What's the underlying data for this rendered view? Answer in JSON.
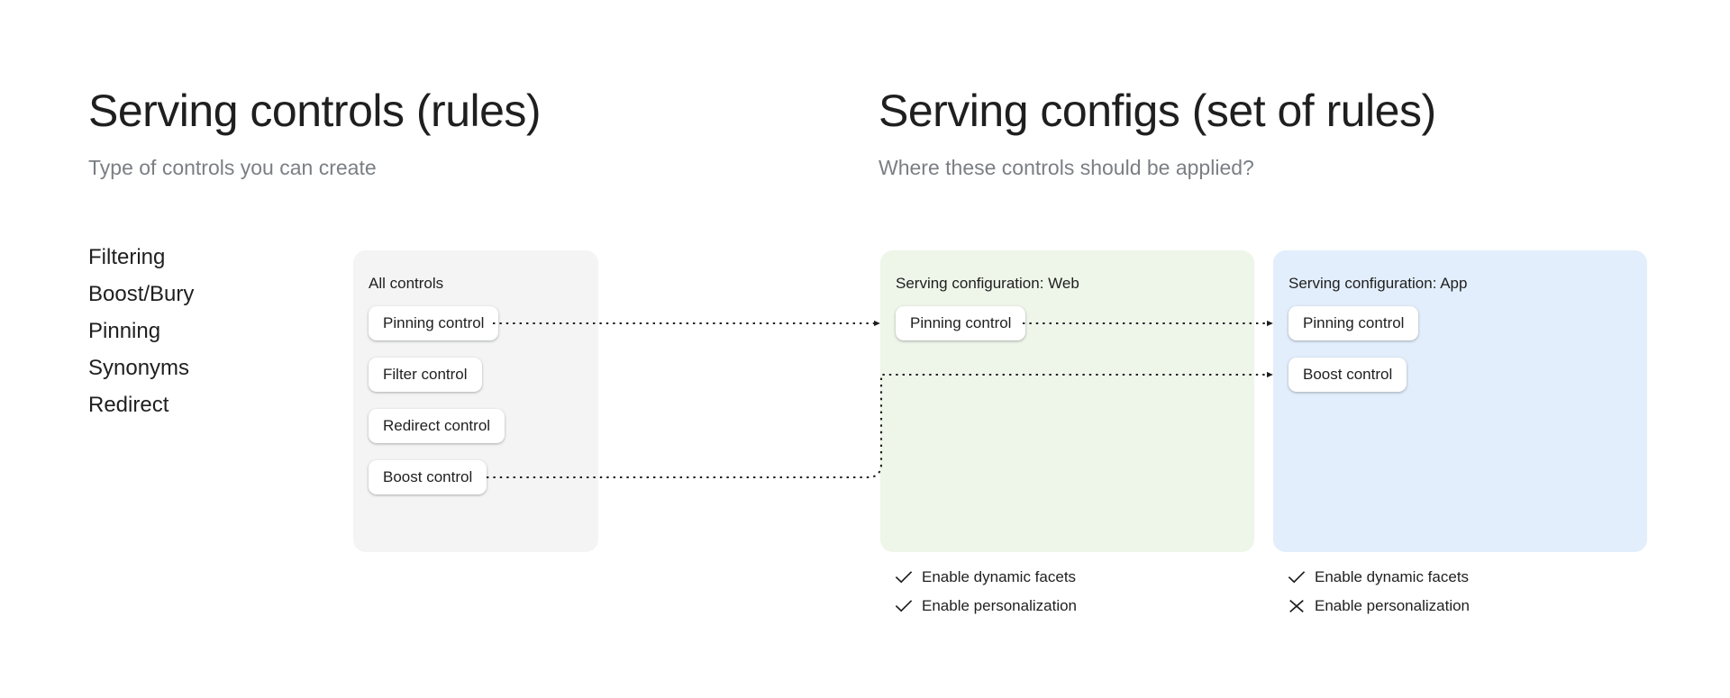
{
  "left_column": {
    "title": "Serving controls (rules)",
    "subtitle": "Type of controls you can create",
    "control_types": [
      "Filtering",
      "Boost/Bury",
      "Pinning",
      "Synonyms",
      "Redirect"
    ],
    "all_controls_card": {
      "label": "All controls",
      "background_color": "#f4f4f4",
      "chips": [
        "Pinning control",
        "Filter control",
        "Redirect control",
        "Boost control"
      ]
    }
  },
  "right_column": {
    "title": "Serving configs (set of rules)",
    "subtitle": "Where these controls should be applied?",
    "configs": [
      {
        "label": "Serving configuration: Web",
        "background_color": "#eef5e9",
        "chips": [
          "Pinning control"
        ],
        "options": [
          {
            "icon": "check-icon",
            "label": "Enable dynamic facets",
            "state": "enabled"
          },
          {
            "icon": "check-icon",
            "label": "Enable personalization",
            "state": "enabled"
          }
        ]
      },
      {
        "label": "Serving configuration: App",
        "background_color": "#e2eefb",
        "chips": [
          "Pinning control",
          "Boost control"
        ],
        "options": [
          {
            "icon": "check-icon",
            "label": "Enable dynamic facets",
            "state": "enabled"
          },
          {
            "icon": "close-icon",
            "label": "Enable personalization",
            "state": "disabled"
          }
        ]
      }
    ]
  },
  "connectors": {
    "style": "dotted-arrow",
    "color": "#1f1f1f",
    "links": [
      {
        "from": "all-controls.Pinning control",
        "to": "web.Pinning control"
      },
      {
        "from": "web.Pinning control",
        "to": "app.Pinning control"
      },
      {
        "from": "all-controls.Boost control",
        "to": "app.Boost control"
      }
    ]
  }
}
